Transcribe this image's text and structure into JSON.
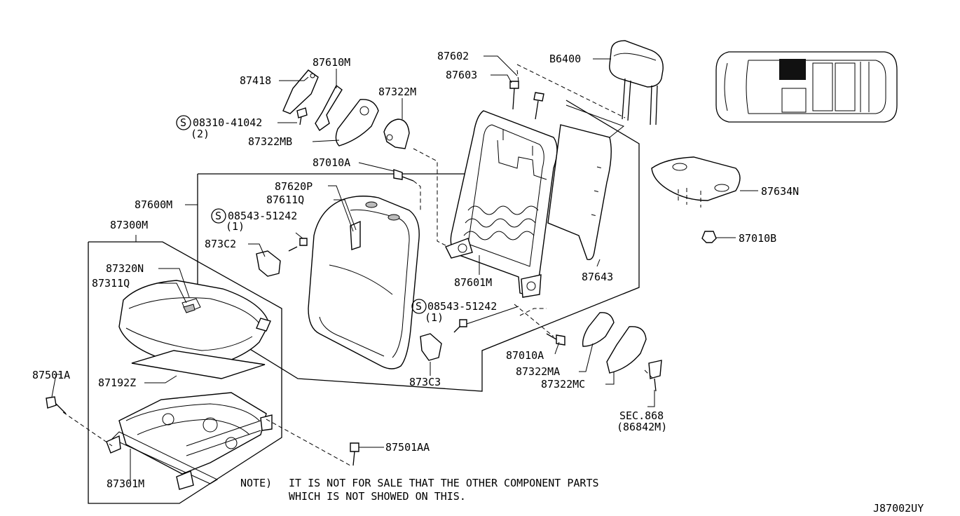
{
  "labels": {
    "p87610M": "87610M",
    "p87418": "87418",
    "p08310": "08310-41042",
    "p08310_qty": "(2)",
    "p87322M": "87322M",
    "p87322MB": "87322MB",
    "p87602": "87602",
    "p87603": "87603",
    "p86400": "B6400",
    "p87010A_top": "87010A",
    "p87620P": "87620P",
    "p87611Q": "87611Q",
    "p87600M": "87600M",
    "p08543_a": "08543-51242",
    "p08543_a_qty": "(1)",
    "p87300M": "87300M",
    "p873C2": "873C2",
    "p87320N": "87320N",
    "p87311Q": "87311Q",
    "p87601M": "87601M",
    "p87643": "87643",
    "p87634N": "87634N",
    "p87010B": "87010B",
    "p08543_b": "08543-51242",
    "p08543_b_qty": "(1)",
    "p87010A_bot": "87010A",
    "p87322MA": "87322MA",
    "p87322MC": "87322MC",
    "p873C3": "873C3",
    "p87501A": "87501A",
    "p87192Z": "87192Z",
    "p87501AA": "87501AA",
    "p87301M": "87301M",
    "sec868": "SEC.868",
    "sec868_ref": "(86842M)",
    "screw_symbol": "S"
  },
  "note": {
    "prefix": "NOTE)",
    "line1": "IT IS NOT FOR SALE THAT THE OTHER COMPONENT PARTS",
    "line2": "WHICH IS NOT SHOWED ON THIS."
  },
  "diagram_id": "J87002UY"
}
